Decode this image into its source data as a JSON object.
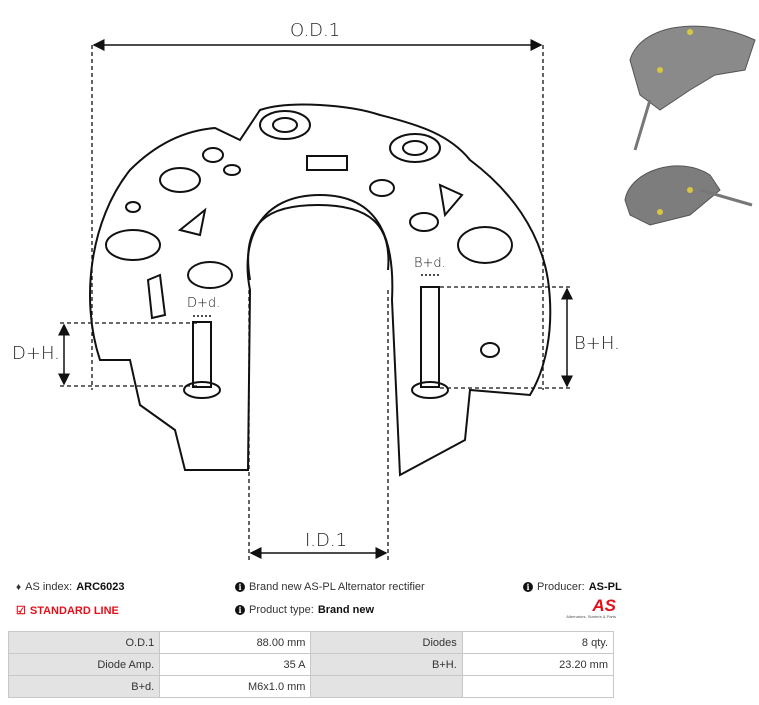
{
  "drawing": {
    "od_label": "O.D.1",
    "id_label": "I.D.1",
    "dh_label": "D+H.",
    "dd_label": "D+d.",
    "bh_label": "B+H.",
    "bd_label": "B+d."
  },
  "info": {
    "as_index_label": "AS index:",
    "as_index_value": "ARC6023",
    "line": "STANDARD LINE",
    "description": "Brand new AS-PL Alternator rectifier",
    "product_type_label": "Product type:",
    "product_type_value": "Brand new",
    "producer_label": "Producer:",
    "producer_value": "AS-PL",
    "logo_text": "AS",
    "logo_tagline": "Alternators, Starters & Parts"
  },
  "specs": [
    {
      "k1": "O.D.1",
      "v1": "88.00 mm",
      "k2": "Diodes",
      "v2": "8 qty."
    },
    {
      "k1": "Diode Amp.",
      "v1": "35 A",
      "k2": "B+H.",
      "v2": "23.20 mm"
    },
    {
      "k1": "B+d.",
      "v1": "M6x1.0 mm",
      "k2": "",
      "v2": ""
    }
  ],
  "colors": {
    "accent": "#e3101a",
    "table_key_bg": "#e3e3e3"
  }
}
